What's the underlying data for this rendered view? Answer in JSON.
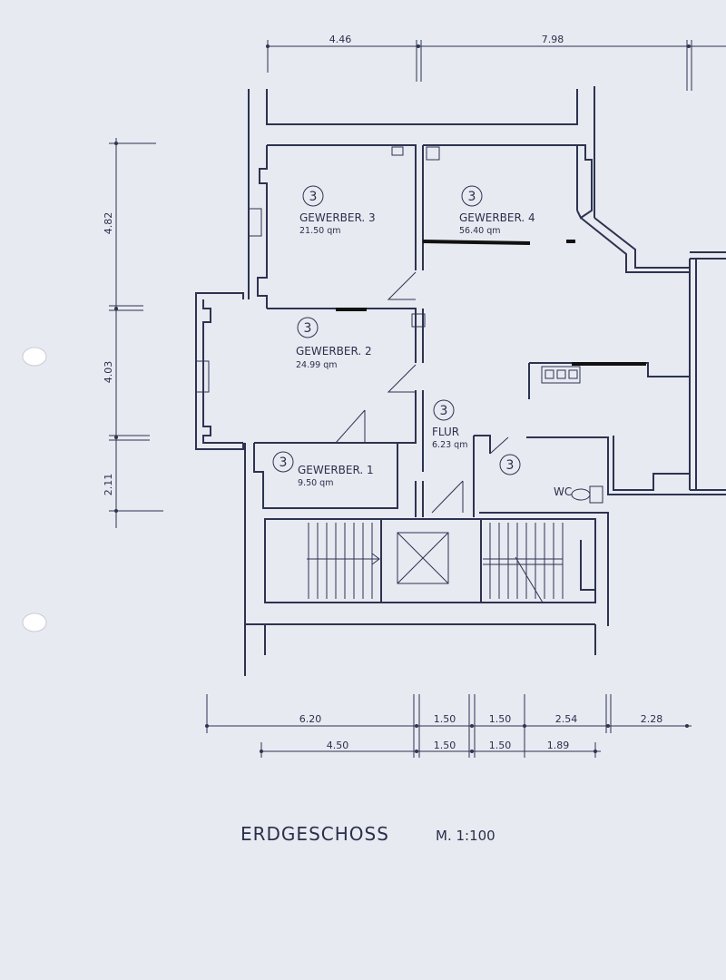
{
  "dimensions_top": [
    "4.46",
    "7.98"
  ],
  "dimensions_left": [
    "4.82",
    "4.03",
    "2.11"
  ],
  "dimensions_bottom_row1": [
    "6.20",
    "1.50",
    "1.50",
    "2.54",
    "2.28"
  ],
  "dimensions_bottom_row2": [
    "4.50",
    "1.50",
    "1.50",
    "1.89"
  ],
  "rooms": [
    {
      "number": "3",
      "name": "GEWERBER. 3",
      "area": "21.50 qm"
    },
    {
      "number": "3",
      "name": "GEWERBER. 4",
      "area": "56.40 qm"
    },
    {
      "number": "3",
      "name": "GEWERBER. 2",
      "area": "24.99 qm"
    },
    {
      "number": "3",
      "name": "FLUR",
      "area": "6.23 qm"
    },
    {
      "number": "3",
      "name": "GEWERBER. 1",
      "area": "9.50 qm"
    }
  ],
  "wc_number": "3",
  "wc_label": "WC",
  "title": "ERDGESCHOSS",
  "scale": "M. 1:100",
  "colors": {
    "line": "#2d3350",
    "paper": "#e8eaf2",
    "hole": "#ffffff"
  }
}
